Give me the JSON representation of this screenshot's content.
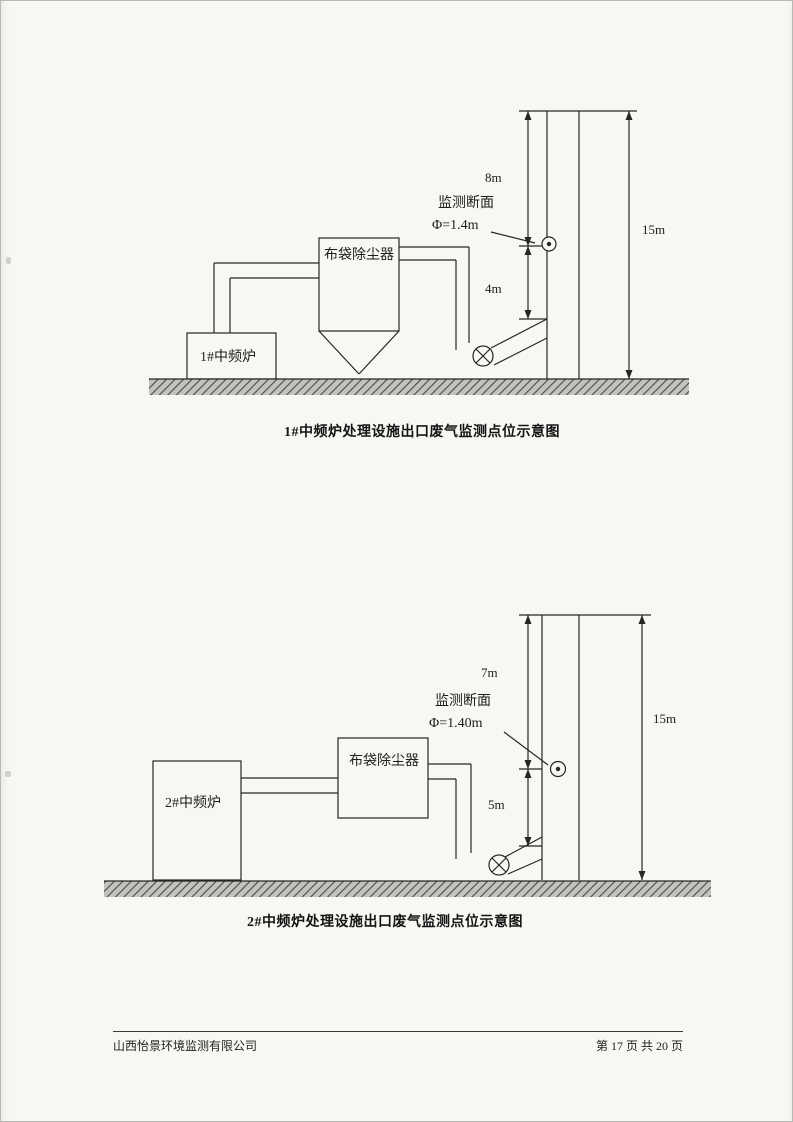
{
  "colors": {
    "paper": "#f8f7f3",
    "ink": "#262626"
  },
  "footer": {
    "company": "山西怡景环境监测有限公司",
    "page_info": "第 17 页 共 20 页"
  },
  "diagram1": {
    "caption": "1#中频炉处理设施出口废气监测点位示意图",
    "furnace": "1#中频炉",
    "collector": "布袋除尘器",
    "monitor_title": "监测断面",
    "monitor_diameter": "Φ=1.4m",
    "dim_upper": "8m",
    "dim_lower": "4m",
    "dim_total": "15m"
  },
  "diagram2": {
    "caption": "2#中频炉处理设施出口废气监测点位示意图",
    "furnace": "2#中频炉",
    "collector": "布袋除尘器",
    "monitor_title": "监测断面",
    "monitor_diameter": "Φ=1.40m",
    "dim_upper": "7m",
    "dim_lower": "5m",
    "dim_total": "15m"
  }
}
